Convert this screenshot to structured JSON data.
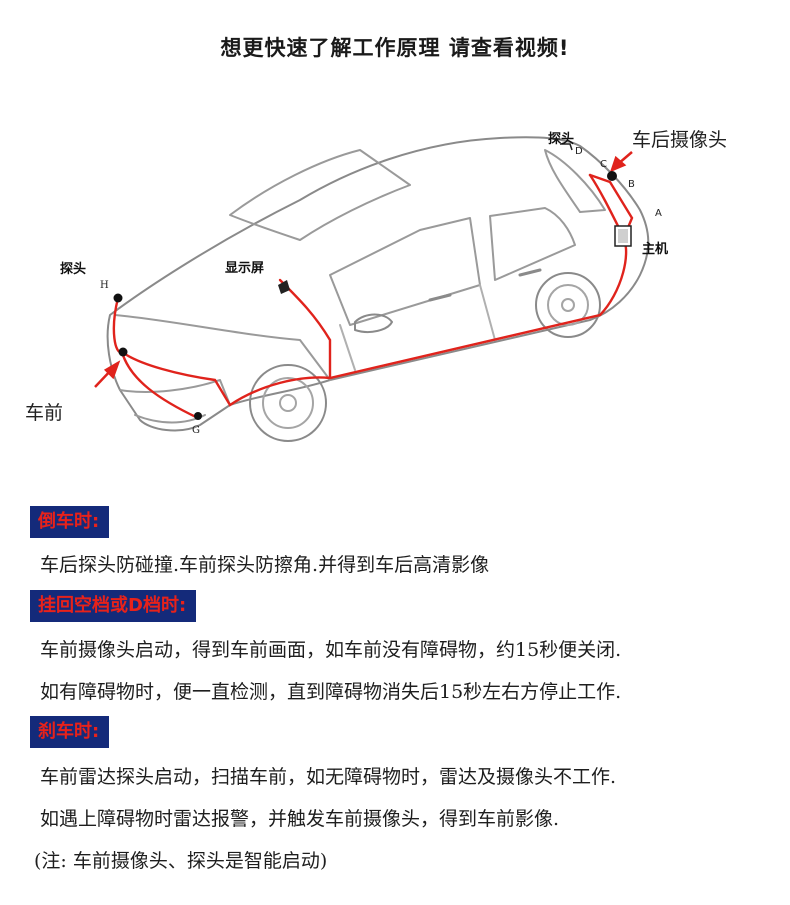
{
  "headline": "想更快速了解工作原理 请查看视频!",
  "diagram": {
    "rear_camera_label": "车后摄像头",
    "front_label": "车前",
    "probe_rear": "探头",
    "probe_front": "探头",
    "display_label": "显示屏",
    "host_label": "主机",
    "point_a": "A",
    "point_b": "B",
    "point_c": "C",
    "point_d": "D",
    "point_h": "H",
    "point_g": "G",
    "colors": {
      "wire": "#e0231c",
      "outline": "#7a7a7a",
      "tag_bg": "#222222"
    }
  },
  "sections": [
    {
      "heading": "倒车时:",
      "lines": [
        "车后探头防碰撞.车前探头防擦角.并得到车后高清影像"
      ]
    },
    {
      "heading": "挂回空档或D档时:",
      "lines": [
        "车前摄像头启动，得到车前画面，如车前没有障碍物，约15秒便关闭.",
        "如有障碍物时，便一直检测，直到障碍物消失后15秒左右方停止工作."
      ]
    },
    {
      "heading": "刹车时:",
      "lines": [
        "车前雷达探头启动，扫描车前，如无障碍物时，雷达及摄像头不工作.",
        "如遇上障碍物时雷达报警，并触发车前摄像头，得到车前影像.",
        "(注: 车前摄像头、探头是智能启动)"
      ]
    }
  ],
  "theme": {
    "heading_bg": "#142a7a",
    "heading_text": "#e8221a"
  }
}
